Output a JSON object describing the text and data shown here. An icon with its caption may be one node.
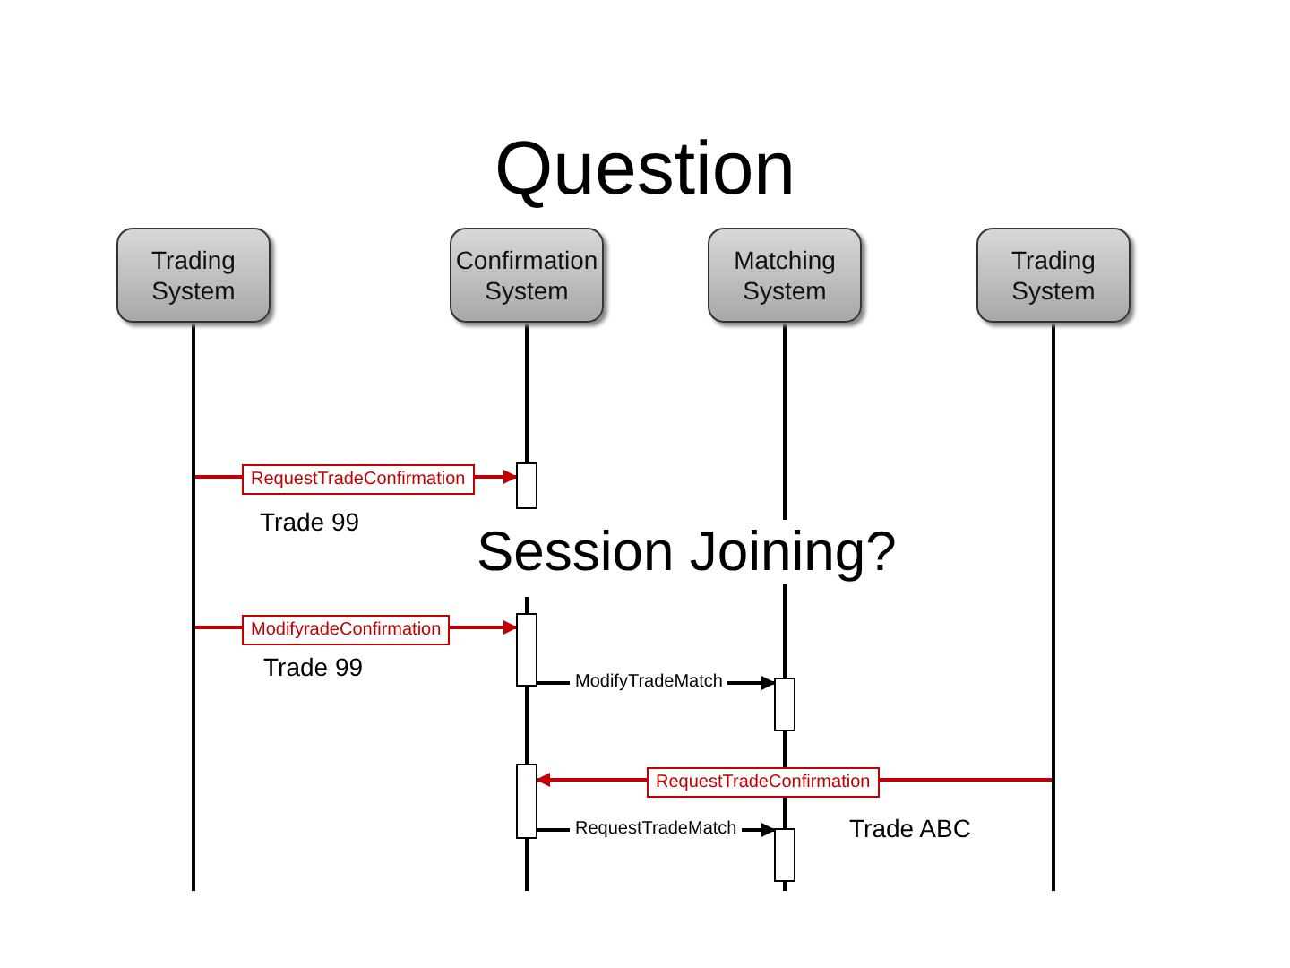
{
  "diagram": {
    "title": "Question",
    "nodes": [
      {
        "text": [
          "Trading System"
        ]
      },
      {
        "text": [
          "Confirmation System"
        ]
      },
      {
        "text": [
          "Matching System"
        ]
      },
      {
        "text": [
          "Trading System"
        ]
      },
      {
        "text": [],
        "shape": "bar",
        "in": 1
      },
      {
        "text": [],
        "shape": "bar",
        "in": 1
      },
      {
        "text": [],
        "shape": "bar",
        "in": 2
      },
      {
        "text": [],
        "shape": "bar",
        "in": 1
      },
      {
        "text": [],
        "shape": "bar",
        "in": 2
      }
    ],
    "edges": [
      {
        "from": 0,
        "to": 4,
        "arrow": "to",
        "label": "RequestTradeConfirmation",
        "color": "#c00000"
      },
      {
        "from": 0,
        "to": 5,
        "arrow": "to",
        "label": "ModifyradeConfirmation",
        "color": "#c00000"
      },
      {
        "from": 5,
        "to": 6,
        "arrow": "to",
        "label": "ModifyTradeMatch",
        "color": "#000000"
      },
      {
        "from": 3,
        "to": 7,
        "arrow": "to",
        "label": "RequestTradeConfirmation",
        "color": "#c00000"
      },
      {
        "from": 7,
        "to": 8,
        "arrow": "to",
        "label": "RequestTradeMatch",
        "color": "#000000"
      }
    ],
    "labels": [
      "Trade 99",
      "Session Joining?",
      "Trade 99",
      "Trade ABC"
    ]
  }
}
